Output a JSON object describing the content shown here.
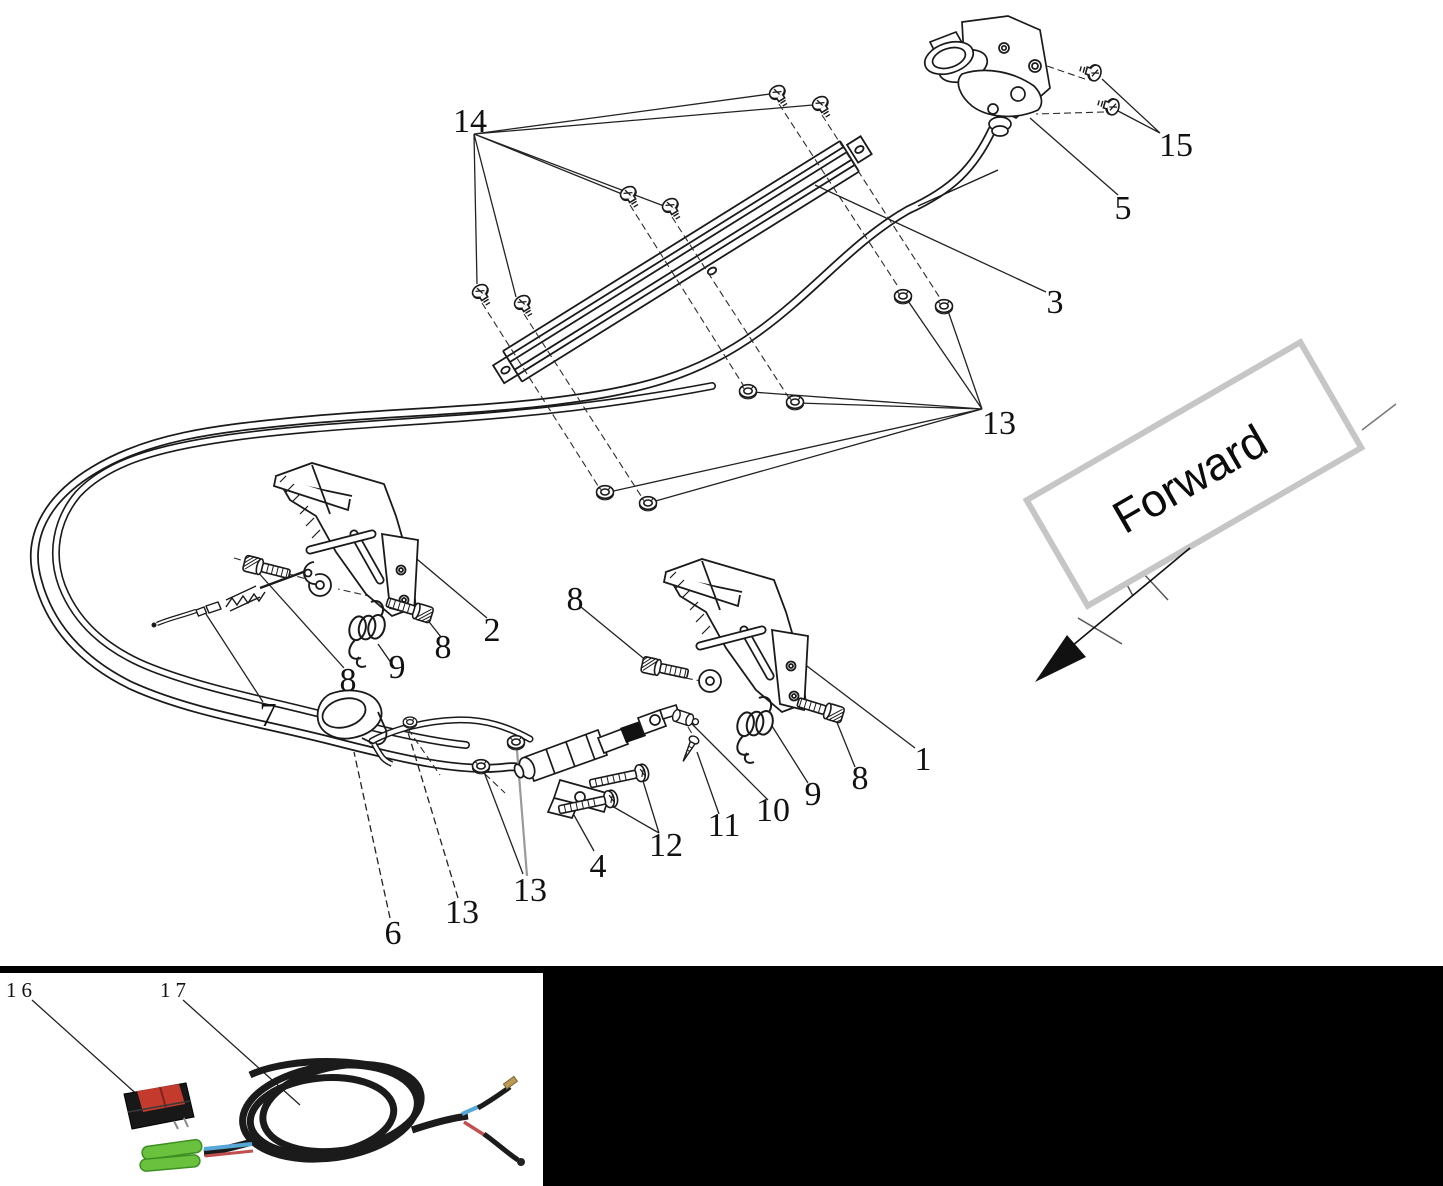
{
  "figure": {
    "type": "exploded-parts-diagram",
    "forward_label": "Forward"
  },
  "callouts": {
    "c1": {
      "label": "1"
    },
    "c2": {
      "label": "2"
    },
    "c3": {
      "label": "3"
    },
    "c4": {
      "label": "4"
    },
    "c5": {
      "label": "5"
    },
    "c6": {
      "label": "6"
    },
    "c7": {
      "label": "7"
    },
    "c8a": {
      "label": "8"
    },
    "c8b": {
      "label": "8"
    },
    "c8c": {
      "label": "8"
    },
    "c8d": {
      "label": "8"
    },
    "c9a": {
      "label": "9"
    },
    "c9b": {
      "label": "9"
    },
    "c10": {
      "label": "10"
    },
    "c11": {
      "label": "11"
    },
    "c12": {
      "label": "12"
    },
    "c13a": {
      "label": "13"
    },
    "c13b": {
      "label": "13"
    },
    "c13c": {
      "label": "13"
    },
    "c14": {
      "label": "14"
    },
    "c15": {
      "label": "15"
    }
  },
  "inset": {
    "c16": {
      "label": "16"
    },
    "c17": {
      "label": "17"
    }
  },
  "colors": {
    "line": "#1a1a1a",
    "forward_box_border": "#c6c6c6",
    "bottom_panel_black": "#000000",
    "switch_red": "#c43b2e",
    "connector_green": "#69c13d",
    "wire_blue": "#57a8d6",
    "wire_red": "#c05050",
    "cable_black": "#1b1b1b"
  }
}
